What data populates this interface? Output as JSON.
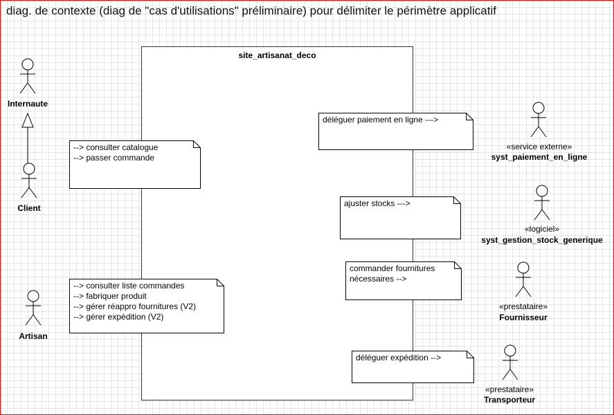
{
  "diagram": {
    "title": "diag. de contexte (diag de \"cas d'utilisations\" préliminaire) pour délimiter le périmètre applicatif",
    "system_label": "site_artisanat_deco"
  },
  "actors": {
    "internaute": {
      "name": "Internaute"
    },
    "client": {
      "name": "Client"
    },
    "artisan": {
      "name": "Artisan"
    },
    "paiement": {
      "stereotype": "«service externe»",
      "name": "syst_paiement_en_ligne"
    },
    "stock": {
      "stereotype": "«logiciel»",
      "name": "syst_gestion_stock_generique"
    },
    "fournisseur": {
      "stereotype": "«prestataire»",
      "name": "Fournisseur"
    },
    "transporteur": {
      "stereotype": "«prestataire»",
      "name": "Transporteur"
    }
  },
  "notes": {
    "client": "--> consulter catalogue\n--> passer commande",
    "artisan": "--> consulter liste commandes\n--> fabriquer produit\n--> gérer réappro fournitures (V2)\n--> gérer expédition (V2)",
    "paiement": "déléguer paiement en ligne --->",
    "stock": "ajuster stocks --->",
    "fournitures": "commander fournitures\nnécessaires -->",
    "expedition": "déléguer expédition -->"
  }
}
